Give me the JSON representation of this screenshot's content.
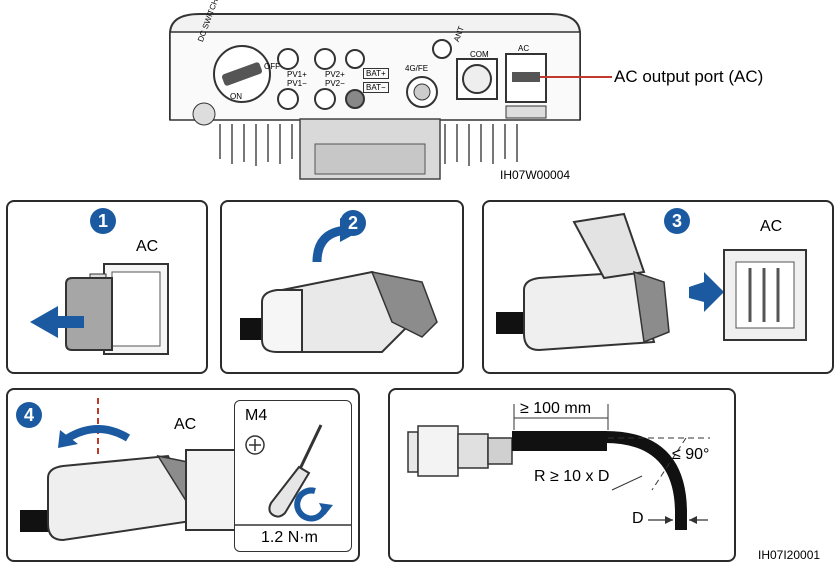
{
  "inverter": {
    "callout": "AC output port (AC)",
    "figure_code": "IH07W00004",
    "port_labels": {
      "dc_switch": "DC SWITCH",
      "off": "OFF",
      "on": "ON",
      "pv1": "PV1+\nPV1−",
      "pv2": "PV2+\nPV2−",
      "bat_plus": "BAT+",
      "bat_minus": "BAT−",
      "fe": "4G/FE",
      "ant": "ANT",
      "com": "COM",
      "ac": "AC"
    }
  },
  "steps": [
    {
      "number": "1",
      "label": "AC"
    },
    {
      "number": "2",
      "label": ""
    },
    {
      "number": "3",
      "label": "AC"
    },
    {
      "number": "4",
      "label": "AC"
    }
  ],
  "tool": {
    "screw": "M4",
    "torque": "1.2 N·m"
  },
  "bend": {
    "straight_length": "≥ 100 mm",
    "radius": "R ≥ 10 x D",
    "angle": "≤ 90°",
    "diameter": "D"
  },
  "figure_code_bottom": "IH07I20001",
  "colors": {
    "accent_blue": "#1b5aa0",
    "callout_red": "#c0392b"
  }
}
